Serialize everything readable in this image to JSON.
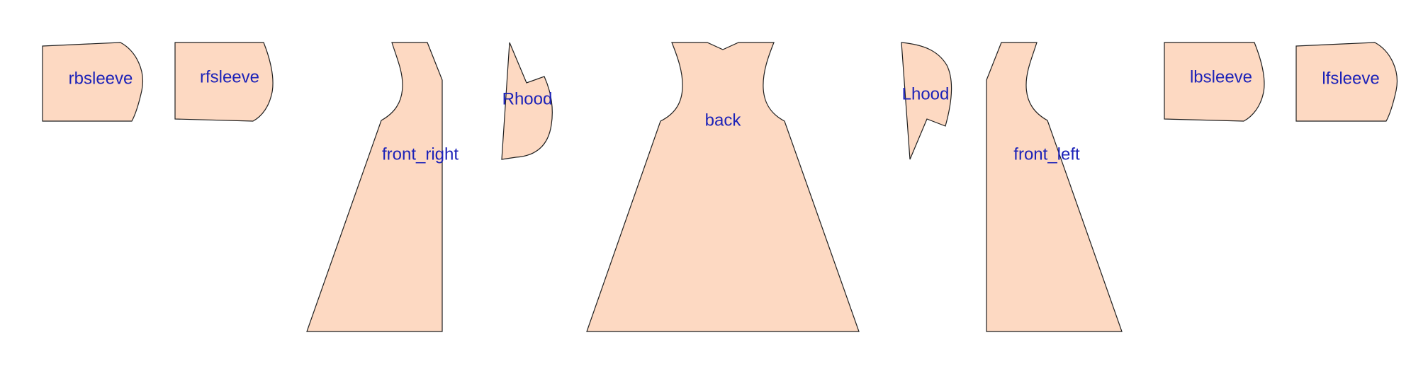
{
  "diagram": {
    "type": "sewing-pattern-layout",
    "piece_fill": "#fdd9c2",
    "outline_color": "#1f1f1f",
    "label_color": "#1c22b8",
    "pieces": [
      {
        "id": "rbsleeve",
        "label": "rbsleeve"
      },
      {
        "id": "rfsleeve",
        "label": "rfsleeve"
      },
      {
        "id": "front_right",
        "label": "front_right"
      },
      {
        "id": "rhood",
        "label": "Rhood"
      },
      {
        "id": "back",
        "label": "back"
      },
      {
        "id": "lhood",
        "label": "Lhood"
      },
      {
        "id": "front_left",
        "label": "front_left"
      },
      {
        "id": "lbsleeve",
        "label": "lbsleeve"
      },
      {
        "id": "lfsleeve",
        "label": "lfsleeve"
      }
    ]
  }
}
